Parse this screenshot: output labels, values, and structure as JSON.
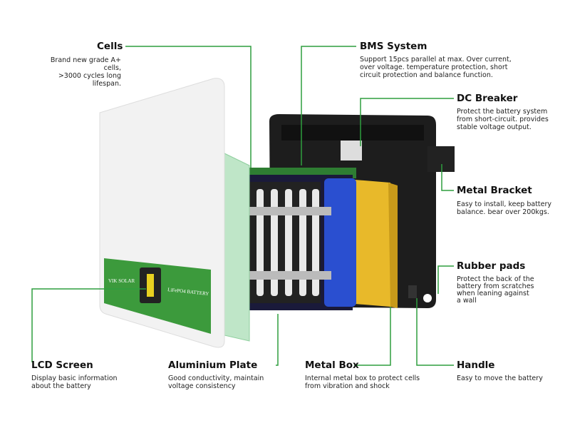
{
  "colors": {
    "accent_line": "#2e9e3e",
    "panel_green": "#3c9a3c",
    "case": "#1d1d1d",
    "cell_blue": "#2a4fd0",
    "box_yellow": "#e8b92a",
    "plate_green": "#bfe6c8"
  },
  "device": {
    "brand": "VIK SOLAR",
    "model": "LiFePO4 BATTERY"
  },
  "callouts": [
    {
      "title": "Cells",
      "desc": [
        "Brand new grade A+ cells,",
        ">3000 cycles long lifespan."
      ]
    },
    {
      "title": "BMS System",
      "desc": [
        "Support 15pcs parallel at max. Over current,",
        "over voltage. temperature protection, short",
        "circuit protection and balance function."
      ]
    },
    {
      "title": "DC Breaker",
      "desc": [
        "Protect the battery system",
        "from short-circuit. provides",
        "stable voltage output."
      ]
    },
    {
      "title": "Metal Bracket",
      "desc": [
        "Easy to install, keep battery",
        "balance. bear over 200kgs."
      ]
    },
    {
      "title": "Rubber pads",
      "desc": [
        "Protect the back of the",
        "battery from scratches",
        "when leaning against",
        "a wall"
      ]
    },
    {
      "title": "LCD Screen",
      "desc": [
        "Display basic information",
        "about the battery"
      ]
    },
    {
      "title": "Aluminium Plate",
      "desc": [
        "Good conductivity, maintain",
        "voltage consistency"
      ]
    },
    {
      "title": "Metal Box",
      "desc": [
        "Internal metal box to protect cells",
        "from vibration and shock"
      ]
    },
    {
      "title": "Handle",
      "desc": [
        "Easy to move the battery"
      ]
    }
  ]
}
